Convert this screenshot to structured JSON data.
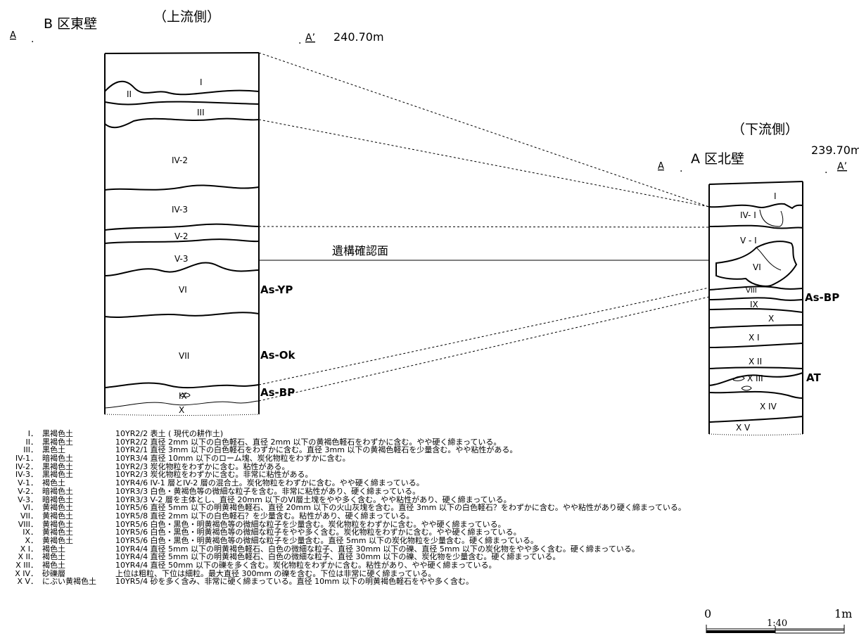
{
  "left_section": {
    "title": "B 区東壁",
    "side": "（上流側）",
    "marker_a": "A",
    "marker_a_prime": "A’",
    "elevation": "240.70m",
    "layers": [
      "I",
      "II",
      "III",
      "IV-2",
      "IV-3",
      "V-2",
      "V-3",
      "VI",
      "VII",
      "IX",
      "X"
    ],
    "tags": [
      "As-YP",
      "As-Ok",
      "As-BP"
    ]
  },
  "right_section": {
    "title": "A 区北壁",
    "side": "（下流側）",
    "marker_a": "A",
    "marker_a_prime": "A’",
    "elevation": "239.70m",
    "layers": [
      "I",
      "IV- I",
      "V - I",
      "VI",
      "VIII",
      "IX",
      "X",
      "X I",
      "X II",
      "X III",
      "X IV",
      "X V"
    ],
    "tags": [
      "As-BP",
      "AT"
    ]
  },
  "connector_label": "遺構確認面",
  "legend": [
    {
      "num": "I．",
      "name": "黒褐色土",
      "desc": "10YR2/2 表土 ( 現代の耕作土)"
    },
    {
      "num": "II．",
      "name": "黒褐色土",
      "desc": "10YR2/2 直径 2mm 以下の白色軽石、直径 2mm 以下の黄褐色軽石をわずかに含む。やや硬く締まっている。"
    },
    {
      "num": "III．",
      "name": "黒色土",
      "desc": "10YR2/1 直径 3mm 以下の白色軽石をわずかに含む。直径 3mm 以下の黄褐色軽石を少量含む。やや粘性がある。"
    },
    {
      "num": "IV-1．",
      "name": "暗褐色土",
      "desc": "10YR3/4 直径 10mm 以下のローム塊、炭化物粒をわずかに含む。"
    },
    {
      "num": "IV-2．",
      "name": "黒褐色土",
      "desc": "10YR2/3 炭化物粒をわずかに含む。粘性がある。"
    },
    {
      "num": "IV-3．",
      "name": "黒褐色土",
      "desc": "10YR2/3 炭化物粒をわずかに含む。非常に粘性がある。"
    },
    {
      "num": "V-1．",
      "name": "褐色土",
      "desc": "10YR4/6 IV-1 層とIV-2 層の混合土。炭化物粒をわずかに含む。やや硬く締まっている。"
    },
    {
      "num": "V-2．",
      "name": "暗褐色土",
      "desc": "10YR3/3 白色・黄褐色等の微細な粒子を含む。非常に粘性があり、硬く締まっている。"
    },
    {
      "num": "V-3．",
      "name": "暗褐色土",
      "desc": "10YR3/3 V-2 層を主体とし、直径 20mm 以下のVI層土塊をやや多く含む。やや粘性があり、硬く締まっている。"
    },
    {
      "num": "VI．",
      "name": "黄褐色土",
      "desc": "10YR5/6 直径 5mm 以下の明黄褐色軽石、直径 20mm 以下の火山灰塊を含む。直径 3mm 以下の白色軽石？をわずかに含む。やや粘性があり硬く締まっている。"
    },
    {
      "num": "VII．",
      "name": "黄褐色土",
      "desc": "10YR5/8 直径 2mm 以下の白色軽石？を少量含む。粘性があり、硬く締まっている。"
    },
    {
      "num": "VIII．",
      "name": "黄褐色土",
      "desc": "10YR5/6 白色・黒色・明黄褐色等の微細な粒子を少量含む。炭化物粒をわずかに含む。やや硬く締まっている。"
    },
    {
      "num": "IX．",
      "name": "黄褐色土",
      "desc": "10YR5/6 白色・黒色・明黄褐色等の微細な粒子をやや多く含む。炭化物粒をわずかに含む。やや硬く締まっている。"
    },
    {
      "num": "X．",
      "name": "黄褐色土",
      "desc": "10YR5/6 白色・黒色・明黄褐色等の微細な粒子を少量含む。直径 5mm 以下の炭化物粒を少量含む。硬く締まっている。"
    },
    {
      "num": "X I．",
      "name": "褐色土",
      "desc": "10YR4/4 直径 5mm 以下の明黄褐色軽石、白色の微細な粒子、直径 30mm 以下の礫、直径 5mm 以下の炭化物をやや多く含む。硬く締まっている。"
    },
    {
      "num": "X II．",
      "name": "褐色土",
      "desc": "10YR4/4 直径 5mm 以下の明黄褐色軽石、白色の微細な粒子、直径 30mm 以下の礫、炭化物を少量含む。硬く締まっている。"
    },
    {
      "num": "X III．",
      "name": "褐色土",
      "desc": "10YR4/4 直径 50mm 以下の礫を多く含む。炭化物粒をわずかに含む。粘性があり、やや硬く締まっている。"
    },
    {
      "num": "X IV．",
      "name": "砂礫層",
      "desc": "上位は粗粒、下位は細粒。最大直径 300mm の礫を含む。下位は非常に硬く締まっている。"
    },
    {
      "num": "X V．",
      "name": "にぶい黄褐色土",
      "desc": "10YR5/4 砂を多く含み、非常に硬く締まっている。直径 10mm 以下の明黄褐色軽石をやや多く含む。"
    }
  ],
  "scale_bar": {
    "start": "0",
    "ratio": "1:40",
    "end": "1m"
  }
}
